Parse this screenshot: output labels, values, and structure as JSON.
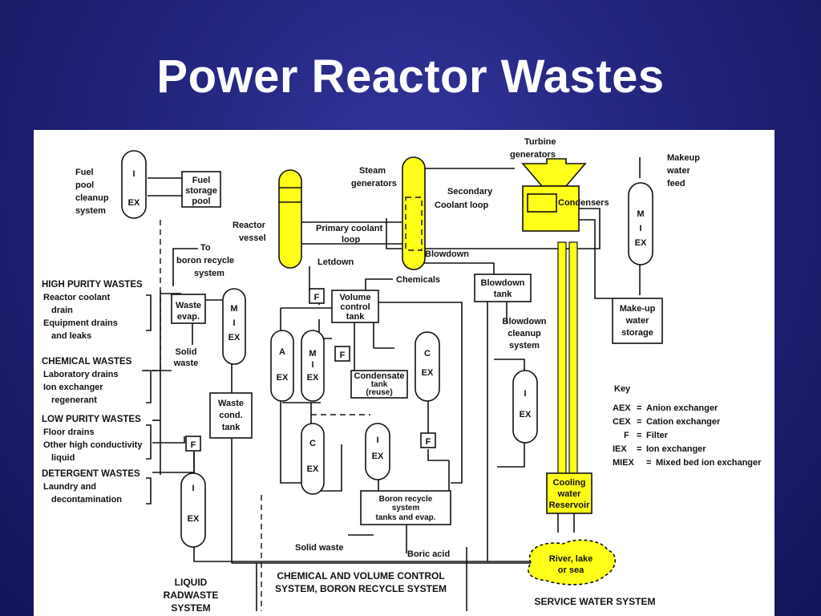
{
  "title": "Power Reactor Wastes",
  "labels": {
    "fuel_pool_cleanup": [
      "Fuel",
      "pool",
      "cleanup",
      "system"
    ],
    "fuel_storage_pool": [
      "Fuel",
      "storage",
      "pool"
    ],
    "to_boron_recycle": [
      "To",
      "boron recycle",
      "system"
    ],
    "reactor_vessel": [
      "Reactor",
      "vessel"
    ],
    "steam_generators": [
      "Steam",
      "generators"
    ],
    "primary_coolant_loop": [
      "Primary coolant",
      "loop"
    ],
    "secondary_coolant_loop": [
      "Secondary",
      "Coolant loop"
    ],
    "turbine_generators": [
      "Turbine",
      "generators"
    ],
    "condensers": "Condensers",
    "makeup_water_feed": [
      "Makeup",
      "water",
      "feed"
    ],
    "letdown": "Letdown",
    "blowdown": "Blowdown",
    "chemicals": "Chemicals",
    "volume_control_tank": [
      "Volume",
      "control",
      "tank"
    ],
    "blowdown_tank": [
      "Blowdown",
      "tank"
    ],
    "blowdown_cleanup": [
      "Blowdown",
      "cleanup",
      "system"
    ],
    "makeup_water_storage": [
      "Make-up",
      "water",
      "storage"
    ],
    "waste_evap": [
      "Waste",
      "evap."
    ],
    "solid_waste_left": [
      "Solid",
      "waste"
    ],
    "condensate_tank": [
      "Condensate",
      "tank",
      "(reuse)"
    ],
    "waste_cond_tank": [
      "Waste",
      "cond.",
      "tank"
    ],
    "boron_recycle_tanks": [
      "Boron recycle",
      "system",
      "tanks and evap."
    ],
    "solid_waste_bottom": "Solid waste",
    "boric_acid": "Boric acid",
    "cooling_water_reservoir": [
      "Cooling",
      "water",
      "Reservoir"
    ],
    "river_lake_sea": [
      "River, lake",
      "or sea"
    ],
    "filter_letter": "F"
  },
  "waste_sources": [
    {
      "header": "HIGH PURITY WASTES",
      "items": [
        "Reactor coolant",
        "drain",
        "Equipment drains",
        "and leaks"
      ]
    },
    {
      "header": "CHEMICAL WASTES",
      "items": [
        "Laboratory drains",
        "Ion exchanger",
        "regenerant"
      ]
    },
    {
      "header": "LOW PURITY WASTES",
      "items": [
        "Floor drains",
        "Other high conductivity",
        "liquid"
      ]
    },
    {
      "header": "DETERGENT WASTES",
      "items": [
        "Laundry and",
        "decontamination"
      ]
    }
  ],
  "exchangers": {
    "fuel_pool": [
      "I",
      "EX"
    ],
    "radwaste_miex": [
      "M",
      "I",
      "EX"
    ],
    "radwaste_iex": [
      "I",
      "EX"
    ],
    "cvcs_aex": [
      "A",
      "EX"
    ],
    "cvcs_miex": [
      "M",
      "I",
      "EX"
    ],
    "cvcs_cex_lower": [
      "C",
      "EX"
    ],
    "cvcs_iex": [
      "I",
      "EX"
    ],
    "cvcs_cex_right": [
      "C",
      "EX"
    ],
    "blowdown_iex": [
      "I",
      "EX"
    ],
    "makeup_miex": [
      "M",
      "I",
      "EX"
    ]
  },
  "key": {
    "title": "Key",
    "entries": [
      {
        "abbr": "AEX",
        "meaning": "Anion exchanger"
      },
      {
        "abbr": "CEX",
        "meaning": "Cation exchanger"
      },
      {
        "abbr": "F",
        "meaning": "Filter"
      },
      {
        "abbr": "IEX",
        "meaning": "Ion exchanger"
      },
      {
        "abbr": "MIEX",
        "meaning": "Mixed bed ion exchanger"
      }
    ]
  },
  "sections": {
    "liquid_radwaste": [
      "LIQUID",
      "RADWASTE",
      "SYSTEM"
    ],
    "cvcs": [
      "CHEMICAL AND VOLUME CONTROL",
      "SYSTEM, BORON RECYCLE SYSTEM"
    ],
    "service_water": "SERVICE WATER SYSTEM"
  },
  "colors": {
    "background": "#23247c",
    "highlight": "#ffff1a",
    "panel": "#ffffff"
  }
}
